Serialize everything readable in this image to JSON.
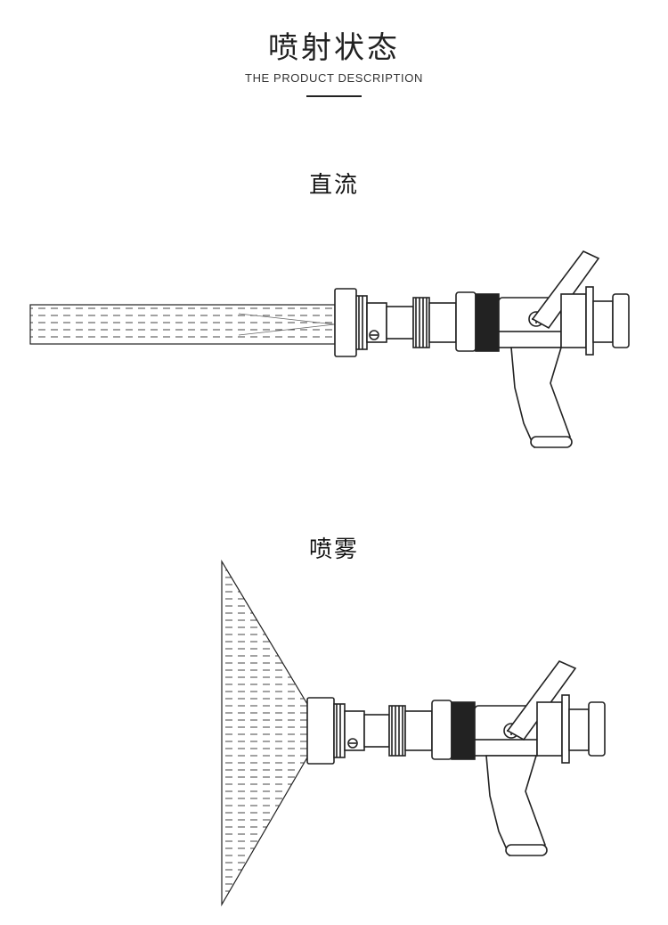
{
  "header": {
    "title": "喷射状态",
    "subtitle": "THE PRODUCT DESCRIPTION"
  },
  "sections": [
    {
      "label": "直流"
    },
    {
      "label": "喷雾"
    }
  ],
  "colors": {
    "line": "#222222",
    "text": "#222222",
    "background": "#ffffff"
  }
}
